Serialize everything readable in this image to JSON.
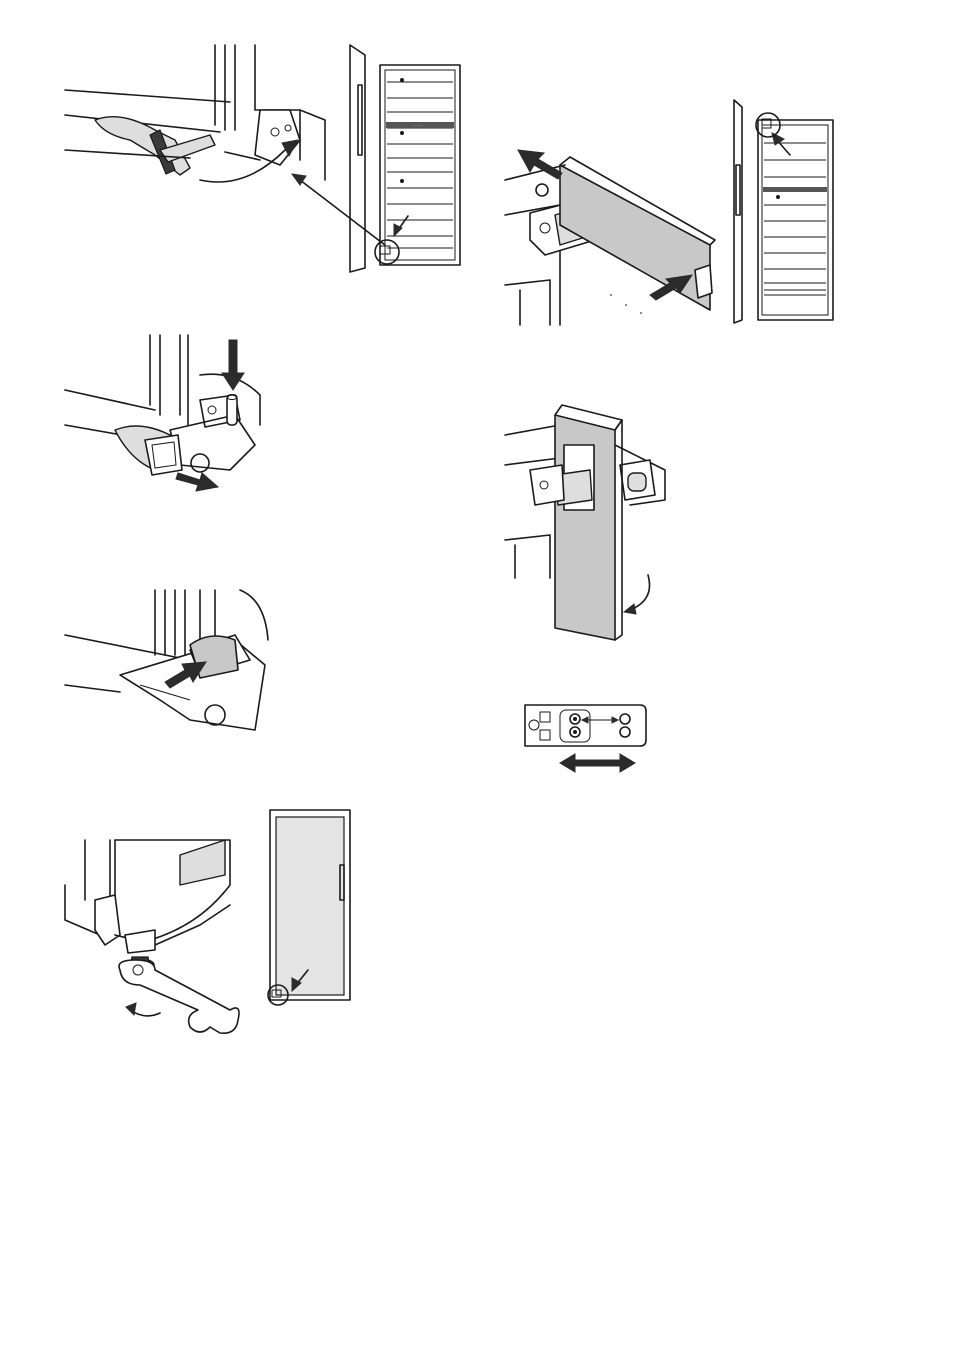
{
  "figures": [
    {
      "id": "fig-1",
      "subject": "remove-lower-hinge-overview"
    },
    {
      "id": "fig-2",
      "subject": "unlock-lower-hinge-pin"
    },
    {
      "id": "fig-3",
      "subject": "push-hinge-cover"
    },
    {
      "id": "fig-4",
      "subject": "adjust-foot-with-wrench"
    },
    {
      "id": "fig-5",
      "subject": "pull-off-decor-strip"
    },
    {
      "id": "fig-6",
      "subject": "swing-decor-panel"
    },
    {
      "id": "fig-7",
      "subject": "hinge-bracket-offset"
    }
  ],
  "display_label": "· · ·",
  "colors": {
    "line": "#1a1a1a",
    "fill_gray": "#c8c8c8",
    "fill_light": "#dedede",
    "arrow": "#2b2b2b"
  }
}
